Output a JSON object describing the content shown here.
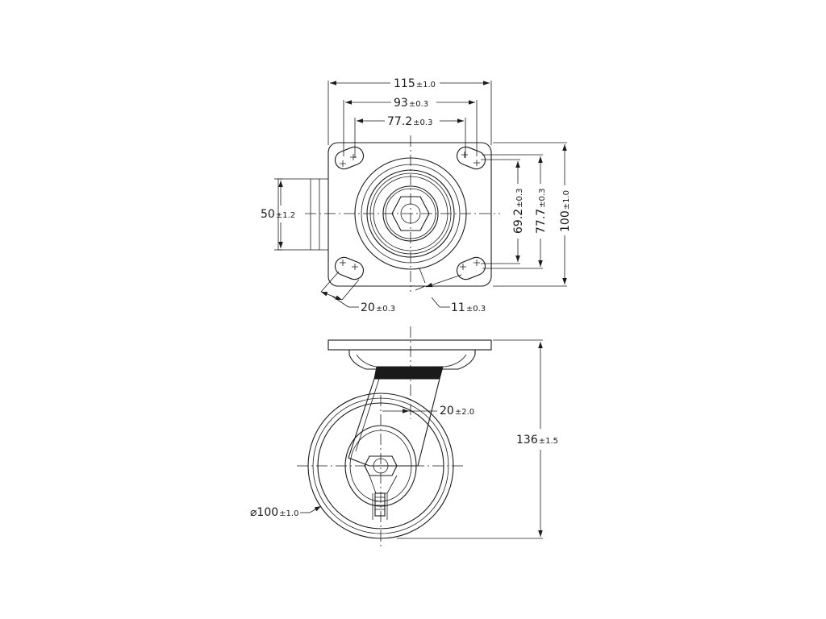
{
  "dimensions": {
    "plate_width": {
      "value": "115",
      "tol": "±1.0"
    },
    "hole_spacing_outer": {
      "value": "93",
      "tol": "±0.3"
    },
    "hole_spacing_inner": {
      "value": "77.2",
      "tol": "±0.3"
    },
    "offset_left": {
      "value": "50",
      "tol": "±1.2"
    },
    "hole_vertical_inner": {
      "value": "69.2",
      "tol": "±0.3"
    },
    "hole_vertical_outer": {
      "value": "77.7",
      "tol": "±0.3"
    },
    "plate_height": {
      "value": "100",
      "tol": "±1.0"
    },
    "slot_length": {
      "value": "20",
      "tol": "±0.3"
    },
    "slot_width": {
      "value": "11",
      "tol": "±0.3"
    },
    "swivel_offset": {
      "value": "20",
      "tol": "±2.0"
    },
    "total_height": {
      "value": "136",
      "tol": "±1.5"
    },
    "wheel_diameter": {
      "value": "⌀100",
      "tol": "±1.0"
    }
  }
}
